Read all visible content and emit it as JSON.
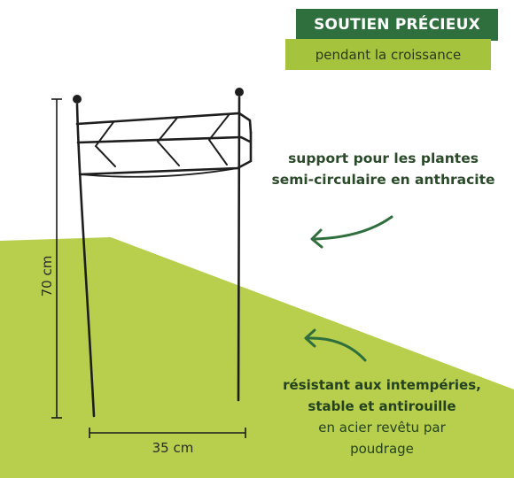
{
  "badge": {
    "title": "SOUTIEN PRÉCIEUX",
    "subtitle": "pendant la croissance"
  },
  "callouts": {
    "support": "support pour les plantes semi-circulaire en anthracite",
    "resistance_bold_1": "résistant aux intempéries,",
    "resistance_bold_2": "stable et antirouille",
    "resistance_reg_1": "en acier revêtu par",
    "resistance_reg_2": "poudrage"
  },
  "dimensions": {
    "height": "70 cm",
    "width": "35 cm"
  },
  "colors": {
    "dark_green": "#2f6e3d",
    "lime_green": "#a6c33d",
    "ground_green": "#b3cc48",
    "arrow_green": "#2f6e3d",
    "metal": "#1e1e1e"
  },
  "icons": [
    "curved-arrow-icon",
    "curved-arrow-icon"
  ]
}
